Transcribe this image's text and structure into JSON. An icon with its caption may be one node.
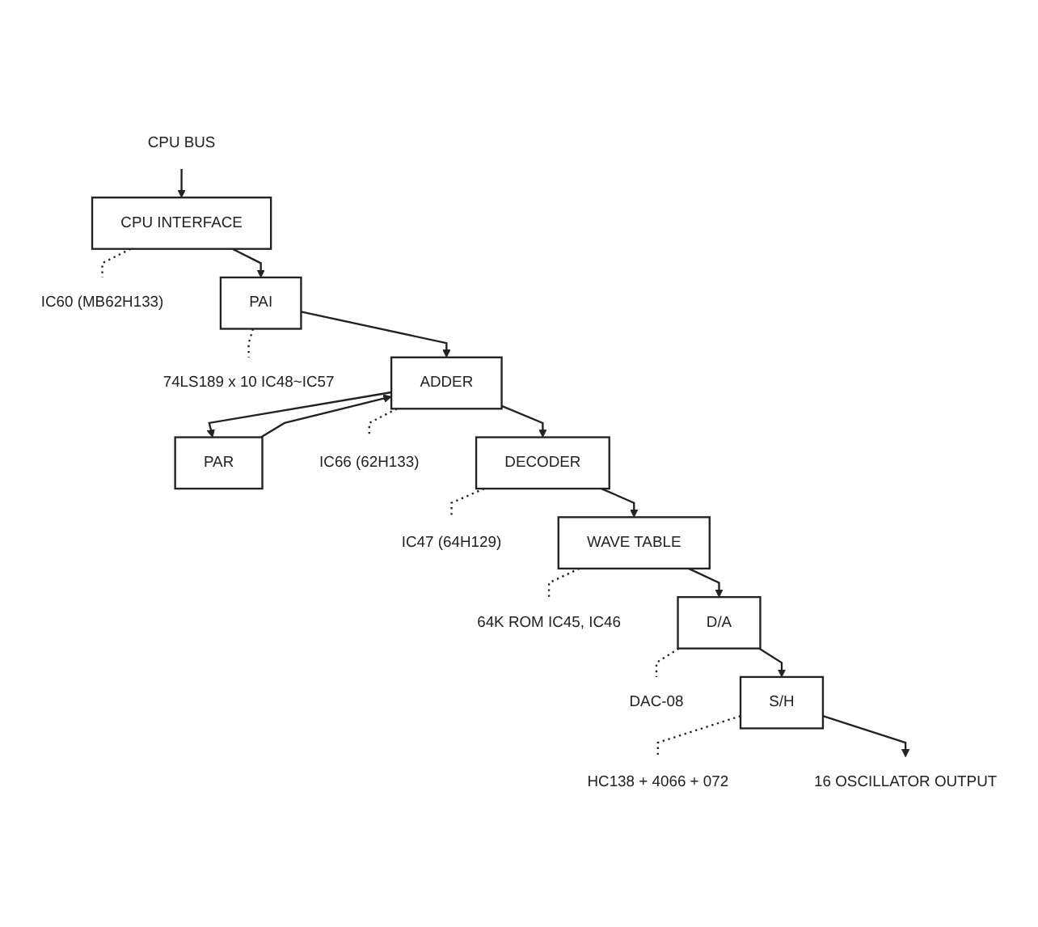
{
  "diagram": {
    "nodes": [
      {
        "text": [
          "CPU BUS"
        ]
      },
      {
        "text": [
          "CPU INTERFACE"
        ]
      },
      {
        "text": [
          "IC60 (MB62H133)"
        ]
      },
      {
        "text": [
          "PAR"
        ]
      },
      {
        "text": [
          "PAI"
        ]
      },
      {
        "text": [
          "74LS189 x 10 IC48~IC57"
        ]
      },
      {
        "text": [
          "ADDER"
        ]
      },
      {
        "text": [
          "IC66 (62H133)"
        ]
      },
      {
        "text": [
          "DECODER"
        ]
      },
      {
        "text": [
          "IC47 (64H129)"
        ]
      },
      {
        "text": [
          "WAVE TABLE"
        ]
      },
      {
        "text": [
          "64K ROM IC45, IC46"
        ]
      },
      {
        "text": [
          "D/A"
        ]
      },
      {
        "text": [
          "DAC-08"
        ]
      },
      {
        "text": [
          "S/H"
        ]
      },
      {
        "text": [
          "HC138 + 4066 + 072"
        ]
      },
      {
        "text": [
          "16 OSCILLATOR OUTPUT"
        ]
      }
    ],
    "edges": [
      {
        "from": 0,
        "to": 1,
        "arrow": "to"
      },
      {
        "from": 1,
        "to": 2,
        "arrow": "none",
        "style": "dashed"
      },
      {
        "from": 1,
        "to": 4,
        "arrow": "to"
      },
      {
        "from": 3,
        "to": 6,
        "arrow": "to"
      },
      {
        "from": 4,
        "to": 6,
        "arrow": "to"
      },
      {
        "from": 4,
        "to": 5,
        "arrow": "none",
        "style": "dashed"
      },
      {
        "from": 6,
        "to": 7,
        "arrow": "none",
        "style": "dashed"
      },
      {
        "from": 6,
        "to": 3,
        "arrow": "to"
      },
      {
        "from": 6,
        "to": 8,
        "arrow": "to"
      },
      {
        "from": 8,
        "to": 9,
        "arrow": "none",
        "style": "dashed"
      },
      {
        "from": 8,
        "to": 10,
        "arrow": "to"
      },
      {
        "from": 10,
        "to": 11,
        "arrow": "none",
        "style": "dashed"
      },
      {
        "from": 10,
        "to": 12,
        "arrow": "to"
      },
      {
        "from": 12,
        "to": 13,
        "arrow": "none",
        "style": "dashed"
      },
      {
        "from": 12,
        "to": 14,
        "arrow": "to"
      },
      {
        "from": 14,
        "to": 15,
        "arrow": "none",
        "style": "dashed"
      },
      {
        "from": 14,
        "to": 16,
        "arrow": "to"
      }
    ]
  }
}
